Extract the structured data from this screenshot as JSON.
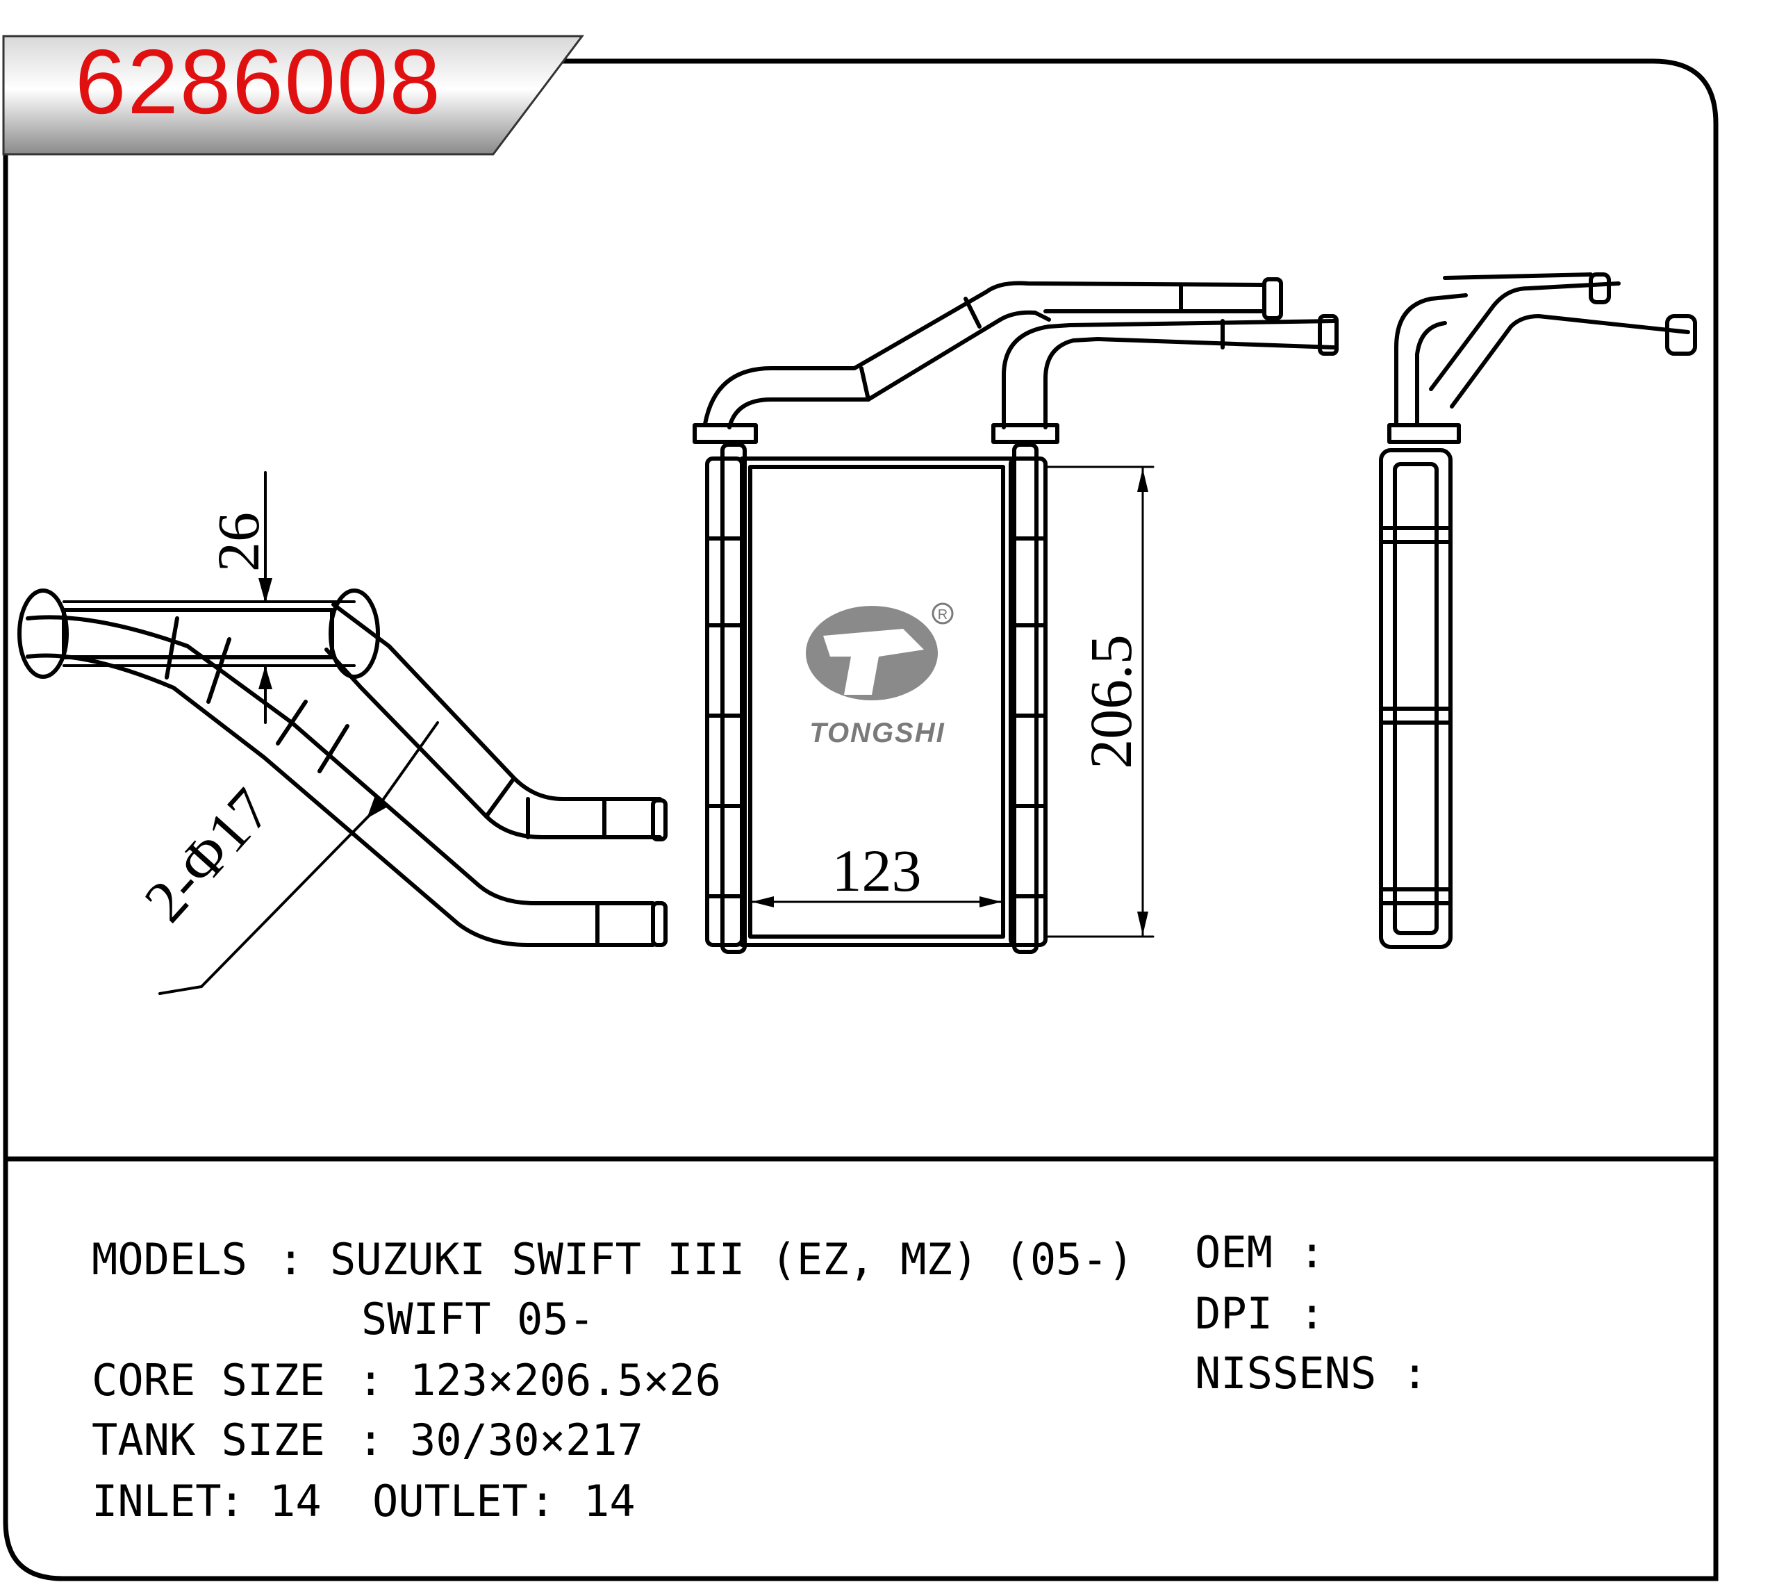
{
  "part_number": "6286008",
  "brand": "TONGSHI",
  "dimensions": {
    "depth": "26",
    "height": "206.5",
    "width": "123",
    "pipe": "2-Φ17"
  },
  "specs": {
    "models_label": "MODELS",
    "models_line1": "SUZUKI SWIFT III (EZ, MZ) (05-)",
    "models_line2": "SWIFT 05-",
    "core_size_label": "CORE SIZE",
    "core_size_value": "123×206.5×26",
    "tank_size_label": "TANK SIZE",
    "tank_size_value": "30/30×217",
    "inlet_label": "INLET",
    "inlet_value": "14",
    "outlet_label": "OUTLET",
    "outlet_value": "14",
    "oem_label": "OEM",
    "dpi_label": "DPI",
    "nissens_label": "NISSENS",
    "separator": ":"
  }
}
